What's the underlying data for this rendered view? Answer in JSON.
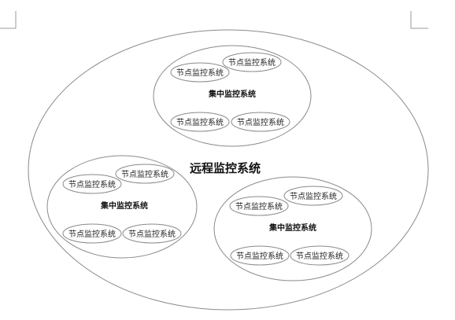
{
  "diagram": {
    "root_label": "远程监控系统",
    "groups": [
      {
        "label": "集中监控系统",
        "nodes": [
          "节点监控系统",
          "节点监控系统",
          "节点监控系统",
          "节点监控系统"
        ]
      },
      {
        "label": "集中监控系统",
        "nodes": [
          "节点监控系统",
          "节点监控系统",
          "节点监控系统",
          "节点监控系统"
        ]
      },
      {
        "label": "集中监控系统",
        "nodes": [
          "节点监控系统",
          "节点监控系统",
          "节点监控系统",
          "节点监控系统"
        ]
      }
    ]
  }
}
